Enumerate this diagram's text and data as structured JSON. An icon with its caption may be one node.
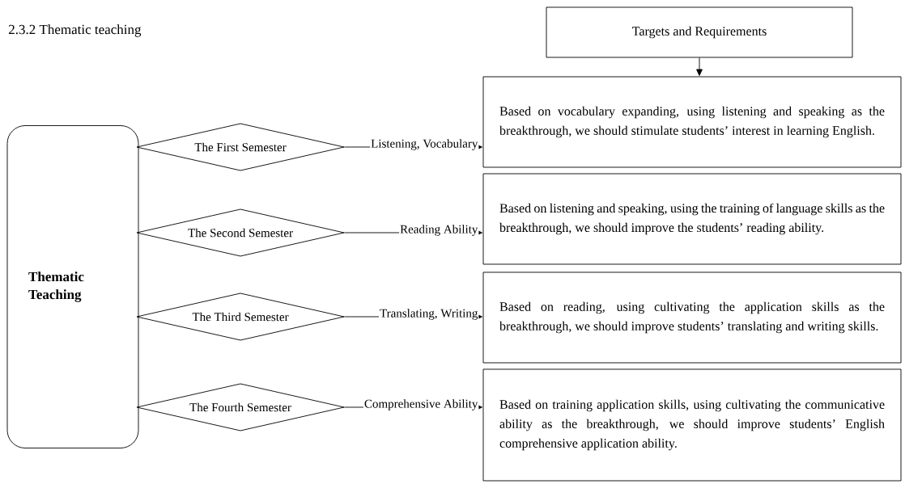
{
  "diagram": {
    "title": "2.3.2 Thematic teaching",
    "nodes": [
      {
        "text": [
          "Targets and Requirements"
        ]
      },
      {
        "text": [
          "Thematic Teaching"
        ]
      },
      {
        "text": [
          "The First Semester"
        ]
      },
      {
        "text": [
          "The Second Semester"
        ]
      },
      {
        "text": [
          "The Third Semester"
        ]
      },
      {
        "text": [
          "The Fourth Semester"
        ]
      },
      {
        "text": [
          "Based on vocabulary expanding, using listening and speaking as the breakthrough, we should stimulate students’ interest in learning English."
        ]
      },
      {
        "text": [
          "Based on listening and speaking, using the training of language skills as the breakthrough, we should improve the students’ reading ability."
        ]
      },
      {
        "text": [
          "Based on reading, using cultivating the application skills as the breakthrough, we should improve students’ translating and writing skills."
        ]
      },
      {
        "text": [
          "Based on training application skills, using cultivating the communicative ability as the breakthrough, we should improve students’ English comprehensive application ability."
        ]
      }
    ],
    "edges": [
      {
        "from": 0,
        "to": 6,
        "arrow": "to"
      },
      {
        "from": 2,
        "to": 6,
        "arrow": "to",
        "label": "Listening, Vocabulary"
      },
      {
        "from": 3,
        "to": 7,
        "arrow": "to",
        "label": "Reading Ability"
      },
      {
        "from": 4,
        "to": 8,
        "arrow": "to",
        "label": "Translating, Writing"
      },
      {
        "from": 5,
        "to": 9,
        "arrow": "to",
        "label": "Comprehensive Ability"
      }
    ]
  }
}
